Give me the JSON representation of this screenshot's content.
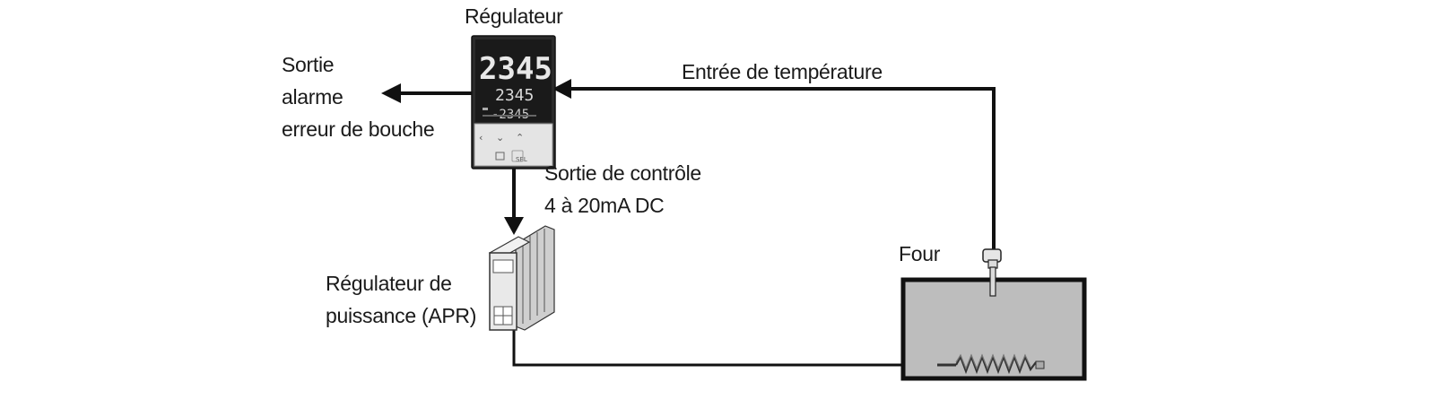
{
  "diagram": {
    "labels": {
      "regulateur": "Régulateur",
      "sortie_alarme": [
        "Sortie",
        "alarme",
        "erreur de bouche"
      ],
      "entree_temperature": "Entrée de température",
      "sortie_controle": [
        "Sortie de contrôle",
        "4 à 20mA DC"
      ],
      "regulateur_puissance": [
        "Régulateur de",
        "puissance (APR)"
      ],
      "four": "Four"
    },
    "controller_display": {
      "pv": "2345",
      "sv": "2345",
      "out": "-2345"
    },
    "colors": {
      "line": "#111111",
      "controller_body": "#2b2b2b",
      "controller_panel": "#e4e4e4",
      "oven_fill": "#bdbdbd",
      "apr_body": "#e9e9e9"
    },
    "icons": [
      "temperature-regulator-icon",
      "power-regulator-icon",
      "thermocouple-icon",
      "heating-element-icon"
    ]
  }
}
